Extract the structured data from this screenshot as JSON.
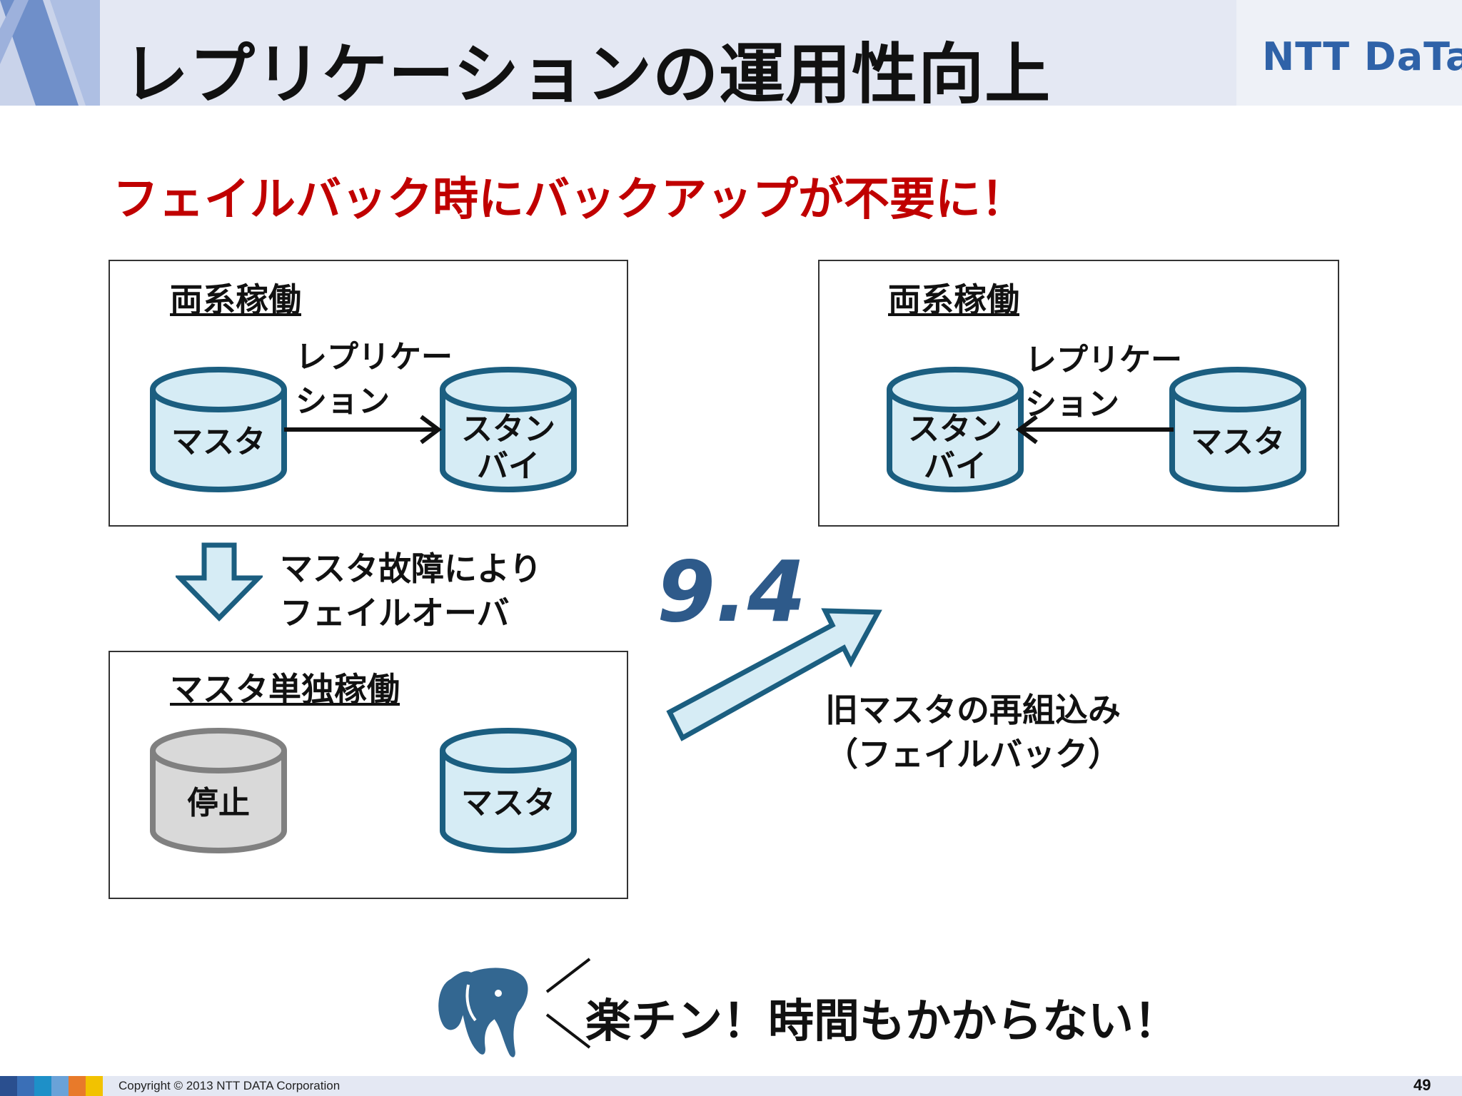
{
  "header": {
    "title": "レプリケーションの運用性向上",
    "logo_text": "NTT DaTa"
  },
  "subtitle": "フェイルバック時にバックアップが不要に！",
  "panel_top_left": {
    "label": "両系稼働",
    "replication_label_line1": "レプリケー",
    "replication_label_line2": "ション",
    "left_db": "マスタ",
    "right_db_line1": "スタン",
    "right_db_line2": "バイ"
  },
  "panel_top_right": {
    "label": "両系稼働",
    "replication_label_line1": "レプリケー",
    "replication_label_line2": "ション",
    "left_db_line1": "スタン",
    "left_db_line2": "バイ",
    "right_db": "マスタ"
  },
  "failover_note": {
    "line1": "マスタ故障により",
    "line2": "フェイルオーバ"
  },
  "panel_bottom_left": {
    "label": "マスタ単独稼働",
    "stopped_db": "停止",
    "master_db": "マスタ"
  },
  "version_badge": "9.4",
  "failback_note": {
    "line1": "旧マスタの再組込み",
    "line2": "（フェイルバック）"
  },
  "bottom_message": "楽チン！時間もかからない！",
  "footer": {
    "copyright": "Copyright © 2013 NTT DATA Corporation",
    "page_number": "49"
  },
  "colors": {
    "db_fill": "#d6ecf5",
    "db_stroke": "#1b5e80",
    "stopped_fill": "#d9d9d9",
    "stopped_stroke": "#808080",
    "accent_red": "#c00000",
    "arrow_fill": "#d6ecf5",
    "arrow_stroke": "#1b5e80",
    "version_color": "#2e5a8a"
  }
}
